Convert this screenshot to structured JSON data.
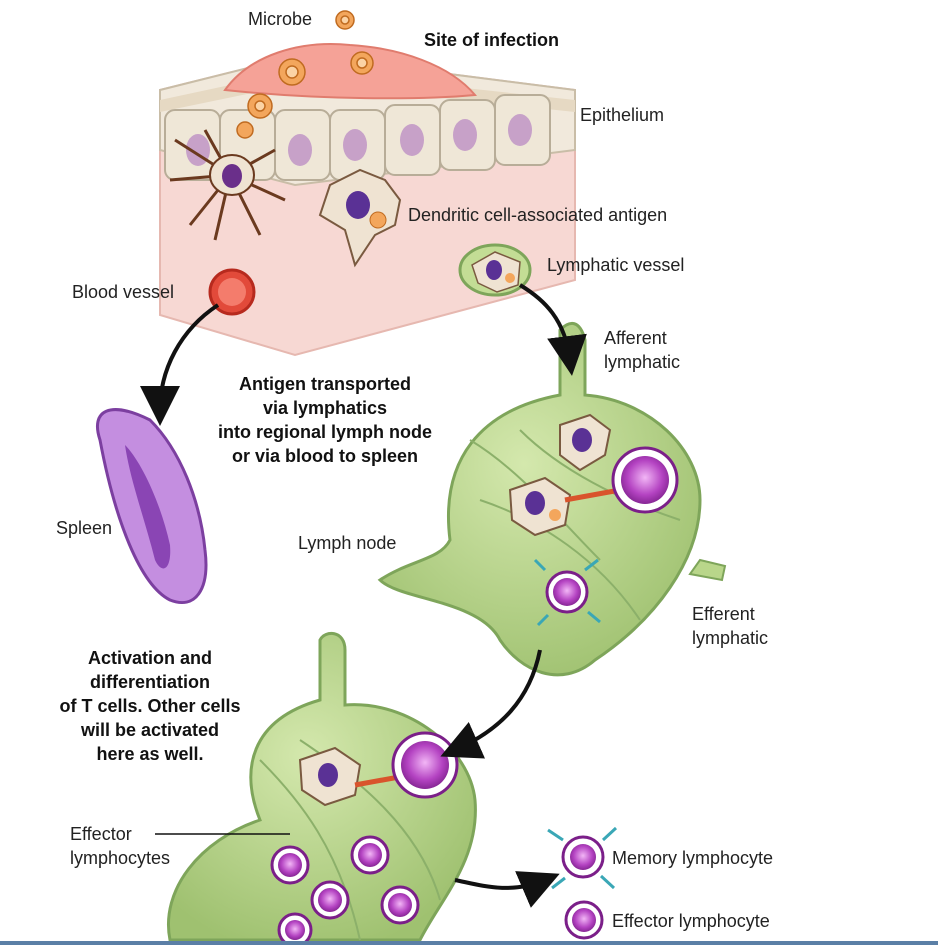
{
  "labels": {
    "microbe": "Microbe",
    "site": "Site of infection",
    "epithelium": "Epithelium",
    "dc_antigen": "Dendritic cell-associated antigen",
    "lymphatic_vessel": "Lymphatic vessel",
    "blood_vessel": "Blood vessel",
    "afferent_1": "Afferent",
    "afferent_2": "lymphatic",
    "antigen_transport": [
      "Antigen transported",
      "via lymphatics",
      "into regional lymph node",
      "or via blood to spleen"
    ],
    "spleen": "Spleen",
    "lymph_node": "Lymph node",
    "efferent_1": "Efferent",
    "efferent_2": "lymphatic",
    "activation": [
      "Activation and",
      "differentiation",
      "of T cells. Other cells",
      "will be activated",
      "here as well."
    ],
    "effector_lymphocytes_1": "Effector",
    "effector_lymphocytes_2": "lymphocytes",
    "memory_lymphocyte": "Memory lymphocyte",
    "effector_lymphocyte": "Effector lymphocyte"
  },
  "colors": {
    "tissue": "#f6d3cf",
    "epithelium": "#f1e9dc",
    "infection": "#f39a8c",
    "microbe": "#f0a25a",
    "node": "#b9d68a",
    "node_dark": "#7ea55a",
    "spleen": "#b27fd1",
    "lymphocyte": "#a02ca8",
    "dendritic": "#efe3d2",
    "arrow": "#111111"
  }
}
